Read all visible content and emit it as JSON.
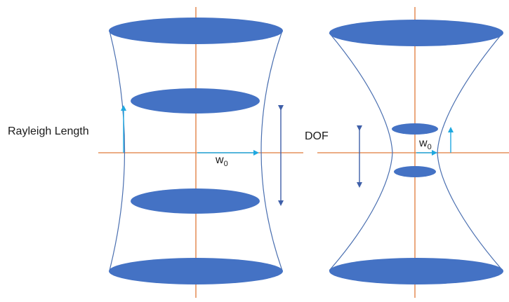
{
  "labels": {
    "rayleigh_length": "Rayleigh Length",
    "dof": "DOF",
    "waist_left": "w",
    "waist_left_sub": "0",
    "waist_right": "w",
    "waist_right_sub": "0"
  },
  "colors": {
    "ellipse_fill": "#4472C4",
    "outline": "#4A6FB0",
    "axis": "#E07A3A",
    "arrow_light": "#1FA8E0",
    "arrow_dark": "#3F5FA8",
    "text": "#1a1a1a"
  }
}
